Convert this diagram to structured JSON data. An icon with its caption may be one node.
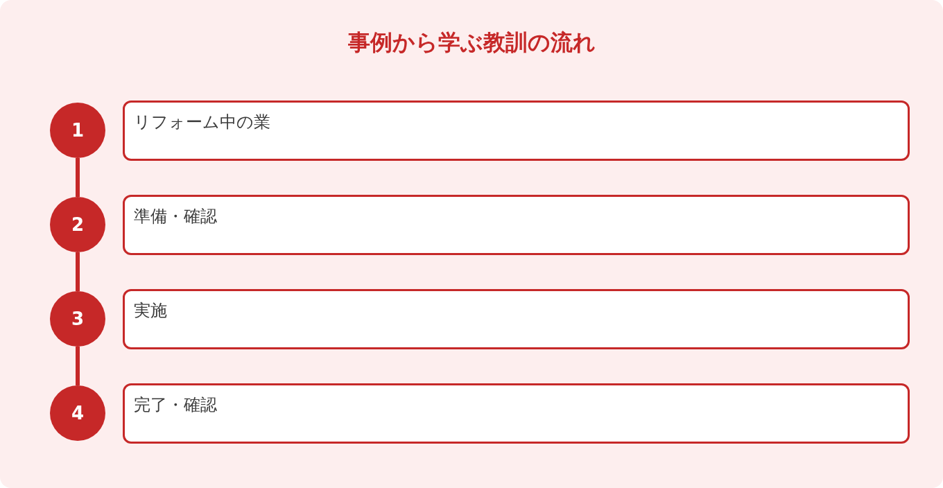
{
  "diagram": {
    "title": "事例から学ぶ教訓の流れ",
    "nodes": [
      {
        "text": [
          "1"
        ]
      },
      {
        "text": [
          "リフォーム中の業"
        ]
      },
      {
        "text": [
          "2"
        ]
      },
      {
        "text": [
          "準備・確認"
        ]
      },
      {
        "text": [
          "3"
        ]
      },
      {
        "text": [
          "実施"
        ]
      },
      {
        "text": [
          "4"
        ]
      },
      {
        "text": [
          "完了・確認"
        ]
      }
    ],
    "edges": [
      {
        "from": 0,
        "to": 2,
        "arrow": "none"
      },
      {
        "from": 2,
        "to": 4,
        "arrow": "none"
      },
      {
        "from": 4,
        "to": 6,
        "arrow": "none"
      }
    ]
  }
}
